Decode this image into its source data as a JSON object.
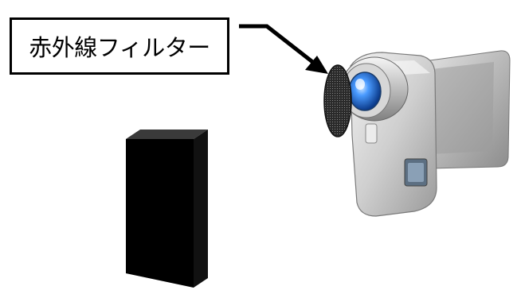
{
  "label": {
    "text": "赤外線フィルター"
  },
  "colors": {
    "line": "#000000",
    "block_front": "#000000",
    "block_top": "#333333",
    "camera_body": "#c8c8c8",
    "lens_blue": "#2a6fd6",
    "filter": "#3a3a3a"
  },
  "icons": {
    "camera": "video-camera-icon",
    "filter": "infrared-filter-disc",
    "object": "black-box-object"
  }
}
